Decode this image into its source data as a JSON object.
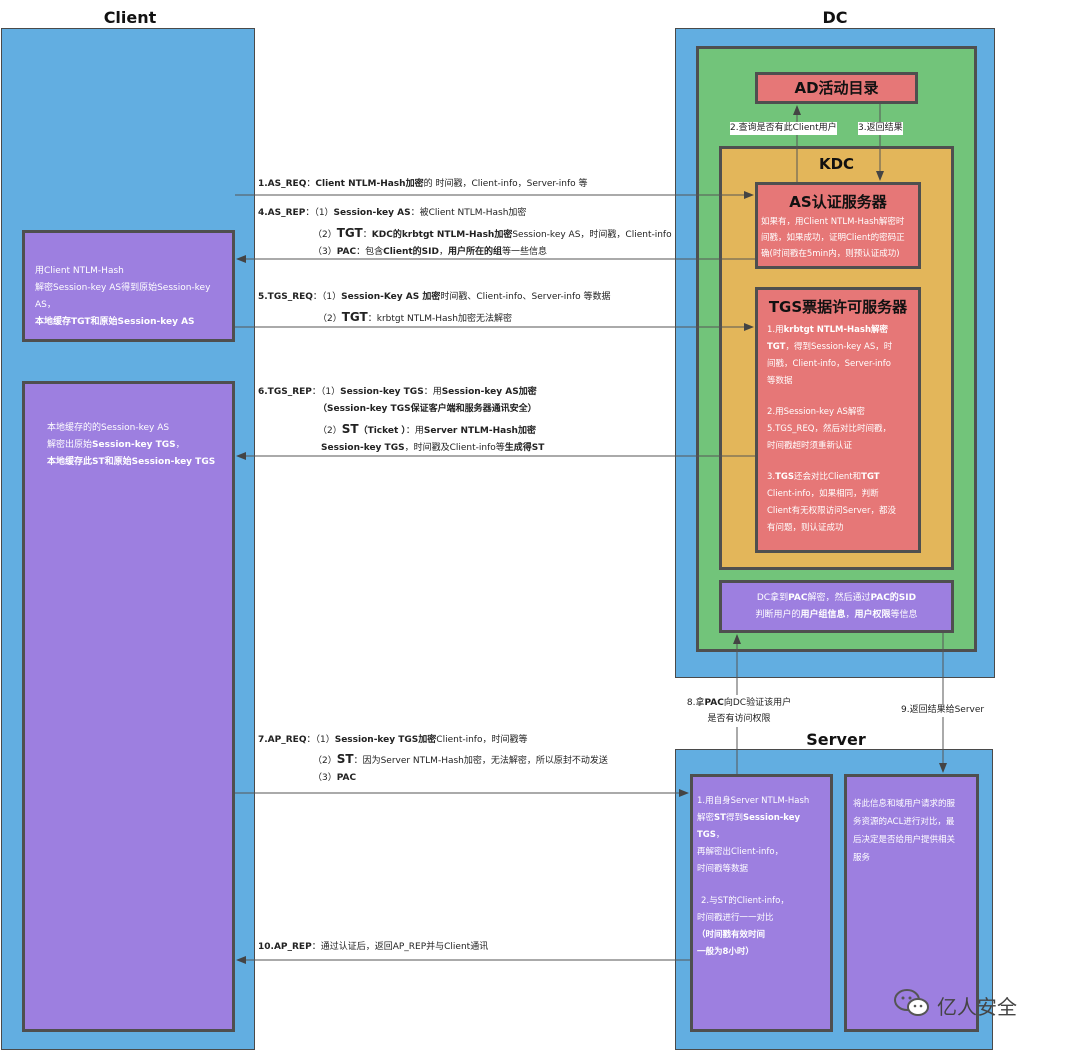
{
  "titles": {
    "client": "Client",
    "dc": "DC",
    "kdc": "KDC",
    "server": "Server"
  },
  "boxes": {
    "ad": "AD活动目录",
    "as_title": "AS认证服务器",
    "as_desc": [
      "如果有，用Client NTLM-Hash解密时",
      "间戳，如果成功，证明Client的密码正",
      "确(时间戳在5min内，则预认证成功)"
    ],
    "tgs_title": "TGS票据许可服务器",
    "tgs_p1": [
      "1.用",
      "krbtgt NTLM-Hash解密",
      "TGT",
      "，得到Session-key AS，时",
      "间戳，Client-info，Server-info",
      "等数据"
    ],
    "tgs_p2": [
      "2.用Session-key AS解密",
      "5.TGS_REQ，然后对比时间戳，",
      "时间戳超时须重新认证"
    ],
    "tgs_p3": [
      "3.",
      "TGS",
      "还会对比Client和",
      "TGT",
      "Client-info，如果相同，判断",
      "Client有无权限访问Server，都没",
      "有问题，则认证成功"
    ],
    "pac_l1": [
      "DC拿到",
      "PAC",
      "解密，然后通过",
      "PAC的SID"
    ],
    "pac_l2": [
      "判断用户的",
      "用户组信息",
      "，",
      "用户权限",
      "等信息"
    ],
    "client_box1": [
      "用Client NTLM-Hash",
      "解密Session-key AS得到原始Session-key AS，",
      "本地缓存TGT和原始Session-key AS"
    ],
    "client_box2": [
      "本地缓存的的Session-key AS",
      "解密出原始",
      "Session-key TGS",
      "，",
      "本地缓存此ST和原始Session-key TGS"
    ],
    "server_left_p1": [
      "1.用自身Server NTLM-Hash",
      "解密",
      "ST",
      "得到",
      "Session-key TGS",
      "，",
      "再解密出Client-info，",
      "时间戳等数据"
    ],
    "server_left_p2": [
      "2.与ST的Client-info，",
      "时间戳进行一一对比",
      "（时间戳有效时间",
      "一般为8小时）"
    ],
    "server_right": [
      "将此信息和域用户请求的服",
      "务资源的ACL进行对比，最",
      "后决定是否给用户提供相关",
      "服务"
    ]
  },
  "arrows": {
    "ad_query": "2.查询是否有此Client用户",
    "ad_return": "3.返回结果",
    "pac_verify": [
      "8.拿",
      "PAC",
      "向DC验证该用户",
      "是否有访问权限"
    ],
    "return_server": "9.返回结果给Server"
  },
  "messages": {
    "as_req": [
      "1.AS_REQ",
      "：",
      "Client NTLM-Hash加密",
      "的 时间戳，Client-info，Server-info 等"
    ],
    "as_rep_1": [
      "4.AS_REP",
      "：（1）",
      "Session-key AS",
      "：被Client NTLM-Hash加密"
    ],
    "as_rep_2": [
      "（2）",
      "TGT",
      "：",
      "KDC的krbtgt NTLM-Hash加密",
      "Session-key AS，时间戳，Client-info"
    ],
    "as_rep_3": [
      "（3）",
      "PAC",
      "：包含",
      "Client的SID",
      "，",
      "用户所在的组",
      "等一些信息"
    ],
    "tgs_req_1": [
      "5.TGS_REQ",
      "：（1）",
      "Session-Key AS 加密",
      "时间戳、Client-info、Server-info 等数据"
    ],
    "tgs_req_2": [
      "（2）",
      "TGT",
      "：krbtgt NTLM-Hash加密无法解密"
    ],
    "tgs_rep_1": [
      "6.TGS_REP",
      "：（1）",
      "Session-key TGS",
      "：用",
      "Session-key AS加密"
    ],
    "tgs_rep_2": [
      "（Session-key TGS保证客户端和服务器通讯安全）"
    ],
    "tgs_rep_3": [
      "（2）",
      "ST",
      "（Ticket ）",
      "：用",
      "Server NTLM-Hash加密"
    ],
    "tgs_rep_4": [
      "Session-key TGS",
      "，时间戳及Client-info等",
      "生成得ST"
    ],
    "ap_req_1": [
      "7.AP_REQ",
      "：（1）",
      "Session-key TGS加密",
      "Client-info，时间戳等"
    ],
    "ap_req_2": [
      "（2）",
      "ST",
      "：因为Server NTLM-Hash加密，无法解密，所以原封不动发送"
    ],
    "ap_req_3": [
      "（3）",
      "PAC"
    ],
    "ap_rep": [
      "10.AP_REP",
      "：通过认证后，返回AP_REP并与Client通讯"
    ]
  },
  "watermark": "亿人安全",
  "colors": {
    "client_bg": "#62aee1",
    "purple": "#9d7fe0",
    "green": "#72c47a",
    "orange": "#e3b65a",
    "red": "#e67777"
  }
}
